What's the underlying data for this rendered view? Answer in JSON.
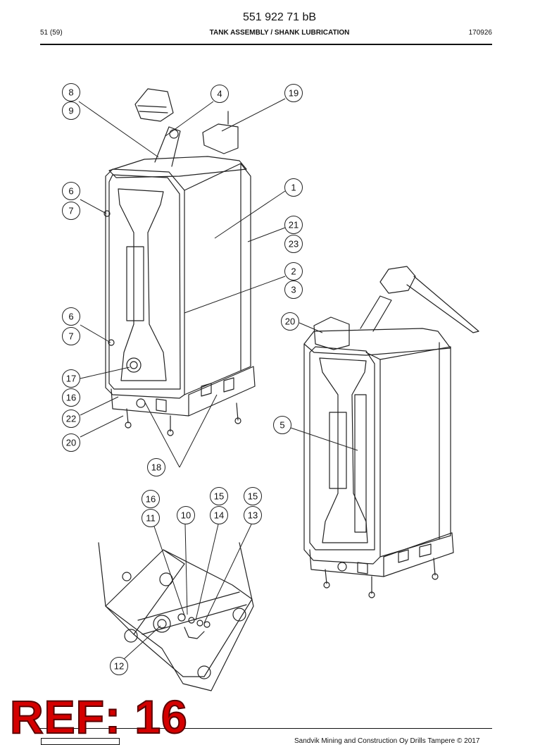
{
  "header": {
    "doc_number": "551 922 71 bB",
    "page_info": "51 (59)",
    "title": "TANK ASSEMBLY / SHANK LUBRICATION",
    "date_code": "170926"
  },
  "callouts": {
    "c8": "8",
    "c9": "9",
    "c4": "4",
    "c19": "19",
    "c6a": "6",
    "c7a": "7",
    "c1": "1",
    "c21": "21",
    "c23": "23",
    "c2": "2",
    "c3": "3",
    "c6b": "6",
    "c7b": "7",
    "c20a": "20",
    "c17": "17",
    "c16a": "16",
    "c22": "22",
    "c20b": "20",
    "c5": "5",
    "c18": "18",
    "c16b": "16",
    "c11": "11",
    "c10": "10",
    "c15a": "15",
    "c14": "14",
    "c15b": "15",
    "c13": "13",
    "c12": "12"
  },
  "stamp": {
    "text": "REF: 16",
    "color": "#d40000"
  },
  "footer": {
    "copyright": "Sandvik Mining and Construction Oy Drills Tampere © 2017"
  }
}
